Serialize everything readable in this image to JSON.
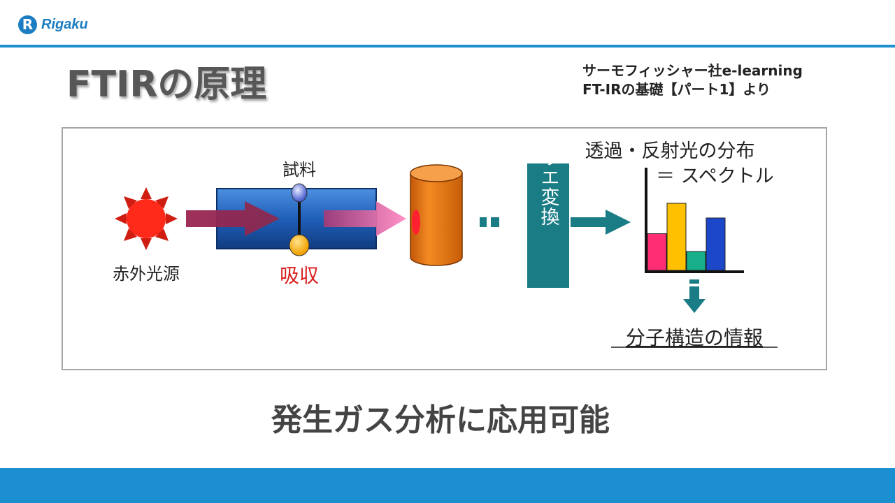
{
  "header": {
    "logo_text": "Rigaku",
    "logo_mark": "R"
  },
  "slide": {
    "title": "FTIRの原理",
    "source_line1": "サーモフィッシャー社e-learning",
    "source_line2": "FT-IRの基礎【パート1】より",
    "tagline": "発生ガス分析に応用可能"
  },
  "diagram": {
    "source_label": "赤外光源",
    "sample_label": "試料",
    "absorption_label": "吸収",
    "transform_label": "フーリエ変換",
    "distribution_label": "透過・反射光の分布",
    "spectrum_label": "＝ スペクトル",
    "info_label": "分子構造の情報",
    "spectrum_bars": [
      {
        "value": 0.35,
        "color": "#ff2d73"
      },
      {
        "value": 0.64,
        "color": "#ffc000"
      },
      {
        "value": 0.18,
        "color": "#17b08b"
      },
      {
        "value": 0.5,
        "color": "#1c47c9"
      }
    ],
    "colors": {
      "sun": "#ff2a1a",
      "sun_rays": "#cf1d12",
      "sample_tube": "#2166bf",
      "cylinder": "#f07b12",
      "transform_box": "#1a7c85",
      "absorption_text": "#d81f1f"
    }
  }
}
